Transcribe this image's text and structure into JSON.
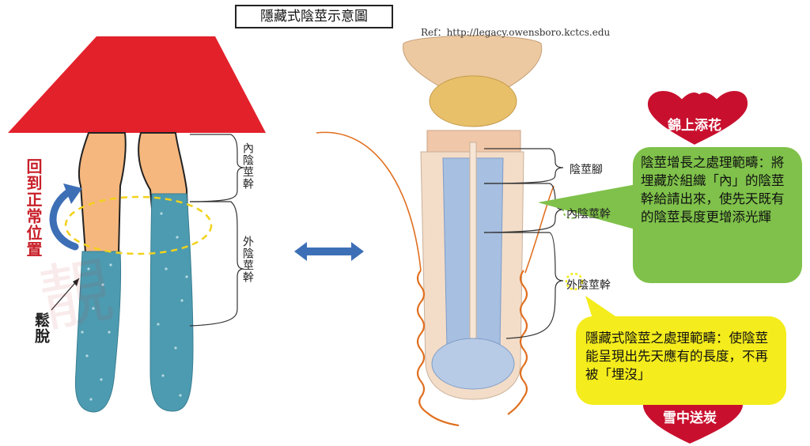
{
  "title": "隱藏式陰莖示意圖",
  "reference": "Ref：http://legacy.owensboro.kctcs.edu",
  "left_figure": {
    "return_label": "回到正常位置",
    "loose_label": "鬆脫",
    "inner_shaft_label": "內陰莖幹",
    "outer_shaft_label": "外陰莖幹"
  },
  "right_figure": {
    "crus_label": "陰莖腳",
    "inner_shaft_label": "內陰莖幹",
    "outer_shaft_label": "外陰莖幹"
  },
  "green_callout": {
    "heart_label": "錦上添花",
    "text": "陰莖增長之處理範疇：將埋藏於組織「內」的陰莖幹給請出來，使先天既有的陰莖長度更增添光輝"
  },
  "yellow_callout": {
    "heart_label": "雪中送炭",
    "text": "隱藏式陰莖之處理範疇：使陰莖能呈現出先天應有的長度，不再被「埋沒」"
  },
  "colors": {
    "red": "#e3212b",
    "skin": "#f5b77e",
    "teal": "#4d9bb0",
    "green": "#7fc14a",
    "yellow": "#f4ec1c",
    "heart": "#c8102e",
    "arrow": "#3d6fb6",
    "wave": "#e07020"
  }
}
